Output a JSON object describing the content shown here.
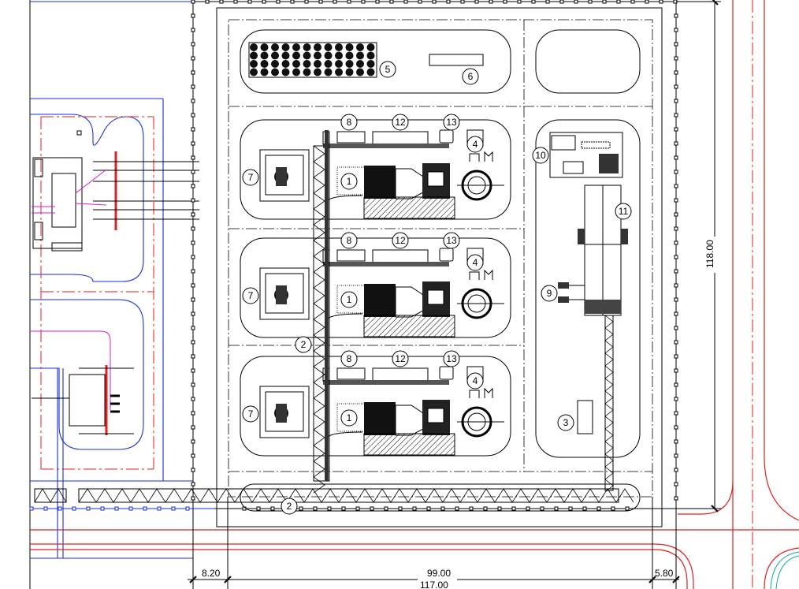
{
  "drawing": {
    "dimensions": {
      "left_offset": "8.20",
      "main_width": "99.00",
      "right_offset": "5.80",
      "total_width": "117.00",
      "total_height": "118.00"
    },
    "units": [
      {
        "transformer": "7",
        "equip_a": "8",
        "equip_b": "12",
        "equip_c": "13",
        "equip_d": "4",
        "turbine": "1"
      },
      {
        "transformer": "7",
        "equip_a": "8",
        "equip_b": "12",
        "equip_c": "13",
        "equip_d": "4",
        "turbine": "1"
      },
      {
        "transformer": "7",
        "equip_a": "8",
        "equip_b": "12",
        "equip_c": "13",
        "equip_d": "4",
        "turbine": "1"
      }
    ],
    "callouts": {
      "tank_array": "5",
      "storage": "6",
      "control_building": "10",
      "switchgear": "11",
      "aux_equipment": "9",
      "small_building": "3",
      "pipe_rack_vertical": "2",
      "pipe_rack_bottom": "2"
    },
    "colors": {
      "road": "#d22222",
      "boundary": "#1a2fd6",
      "cable": "#d020d0",
      "line": "#000000"
    }
  }
}
